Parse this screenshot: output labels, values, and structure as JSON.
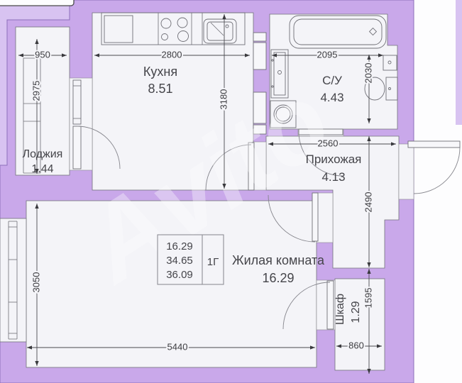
{
  "watermark": "Avito",
  "rooms": {
    "loggia": {
      "name": "Лоджия",
      "area": "1.44"
    },
    "kitchen": {
      "name": "Кухня",
      "area": "8.51"
    },
    "bathroom": {
      "name": "С/У",
      "area": "4.43"
    },
    "hallway": {
      "name": "Прихожая",
      "area": "4.13"
    },
    "living": {
      "name": "Жилая комната",
      "area": "16.29"
    },
    "closet": {
      "name": "Шкаф",
      "area": "1.29"
    }
  },
  "info_box": {
    "living_area": "16.29",
    "total_area": "34.65",
    "full_area": "36.09",
    "layout_code": "1Г"
  },
  "dims": {
    "loggia_w": "950",
    "loggia_h": "2975",
    "kitchen_w": "2800",
    "kitchen_h": "3180",
    "bath_w": "2095",
    "bath_h": "2030",
    "hall_w": "2560",
    "hall_h": "2490",
    "living_w": "5440",
    "living_h": "3050",
    "closet_w": "860",
    "closet_h": "1595"
  },
  "colors": {
    "wall": "#c9a8ea",
    "background": "#d8c3f1",
    "room": "#f4f4f8"
  }
}
